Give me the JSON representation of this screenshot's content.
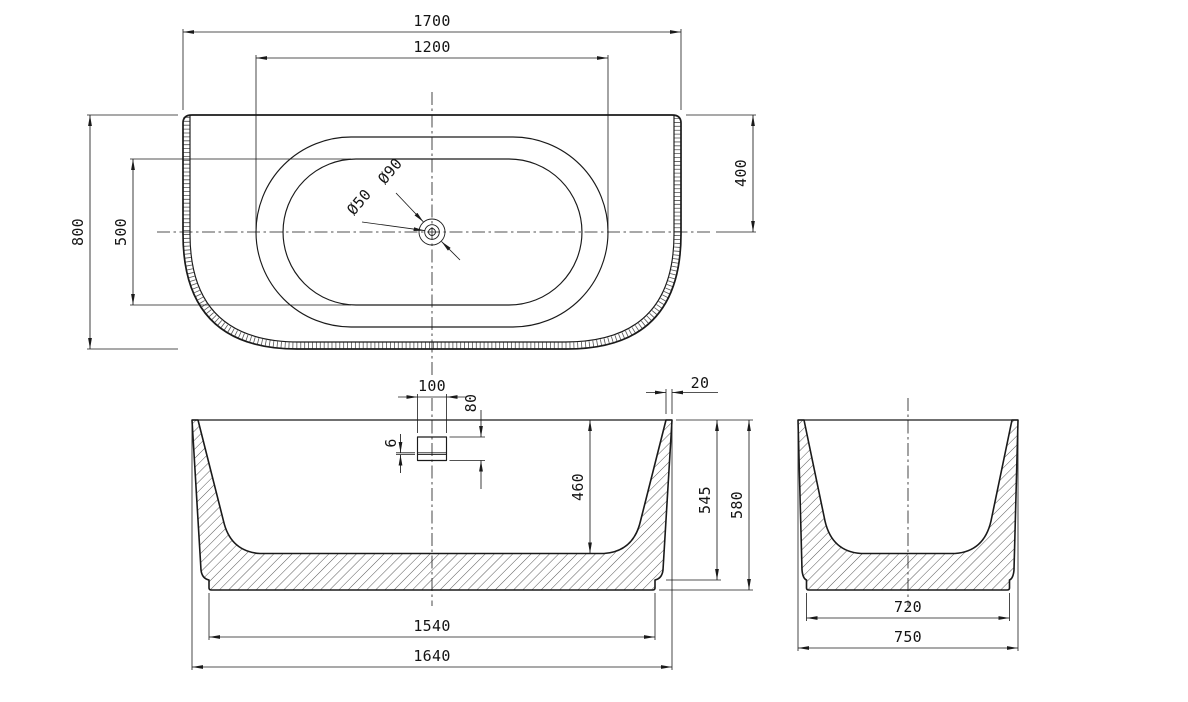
{
  "colors": {
    "line": "#1a1a1a",
    "background": "#ffffff",
    "hatch": "#2e2e2e"
  },
  "plan": {
    "overall_length": "1700",
    "rim_length": "1200",
    "overall_width": "800",
    "basin_width": "500",
    "drain_offset": "400",
    "drain_diameter": "Ø90",
    "waste_diameter": "Ø50"
  },
  "front": {
    "overflow_width": "100",
    "overflow_height": "80",
    "slot_height": "6",
    "basin_depth": "460",
    "body_height": "545",
    "overall_height": "580",
    "rim_thickness": "20",
    "base_length": "1540",
    "overall_length": "1640"
  },
  "side": {
    "base_width": "720",
    "overall_width": "750"
  }
}
